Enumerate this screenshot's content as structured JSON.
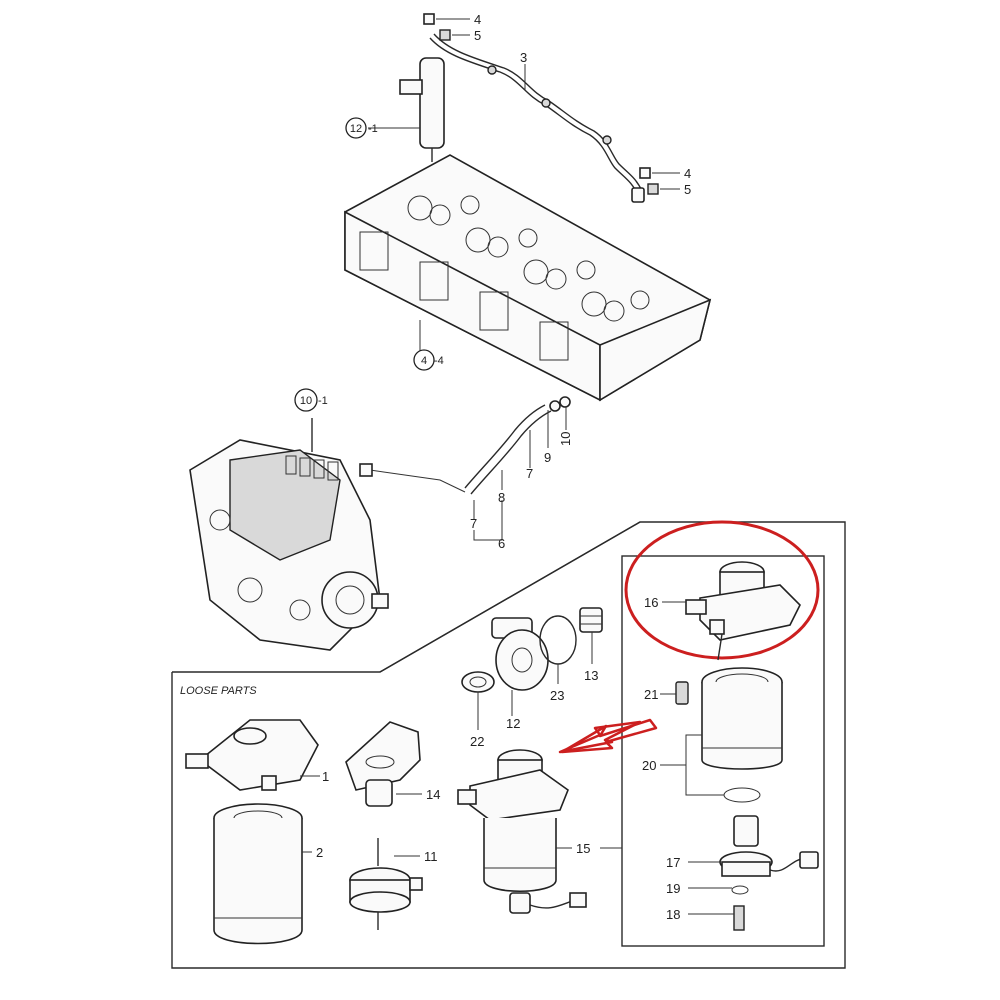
{
  "loose_parts_title": "LOOSE PARTS",
  "labels": {
    "p1": "1",
    "p2": "2",
    "p3": "3",
    "p4a": "4",
    "p5a": "5",
    "p4b": "4",
    "p5b": "5",
    "p4_4_num": "4",
    "p4_4_sub": "-4",
    "p6": "6",
    "p7a": "7",
    "p7b": "7",
    "p8": "8",
    "p9": "9",
    "p10": "10",
    "p10_1_num": "10",
    "p10_1_sub": "-1",
    "p11": "11",
    "p12": "12",
    "p12_1_num": "12",
    "p12_1_sub": "-1",
    "p13": "13",
    "p14": "14",
    "p15": "15",
    "p16": "16",
    "p17": "17",
    "p18": "18",
    "p19": "19",
    "p20": "20",
    "p21": "21",
    "p22": "22",
    "p23": "23"
  },
  "colors": {
    "highlight": "#cc1f1f",
    "line": "#2a2a2a"
  }
}
